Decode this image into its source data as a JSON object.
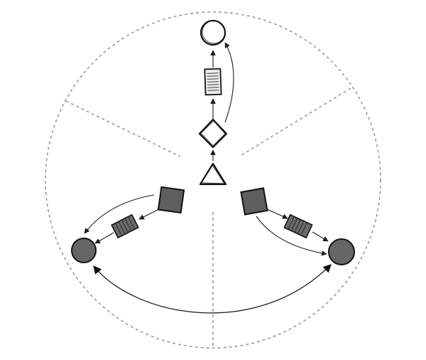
{
  "diagram": {
    "kind": "process-flow-cycle",
    "regions": 3,
    "colors": {
      "guide": "#9a9a9a",
      "ink": "#111111",
      "activity_fill": "#5f5f5f",
      "end_fill": "#666666",
      "document_fill": "#ececec",
      "store_fill": "#6a6a6a"
    },
    "nodes": [
      {
        "id": "start",
        "shape": "triangle",
        "icon": "start-triangle-icon"
      },
      {
        "id": "gateway",
        "shape": "diamond",
        "icon": "decision-diamond-icon"
      },
      {
        "id": "document",
        "shape": "document",
        "icon": "document-icon"
      },
      {
        "id": "top-end",
        "shape": "circle-outline",
        "icon": "end-circle-icon"
      },
      {
        "id": "left-activity",
        "shape": "square-filled",
        "icon": "activity-square-icon"
      },
      {
        "id": "left-store",
        "shape": "data-store",
        "icon": "data-store-icon"
      },
      {
        "id": "left-end",
        "shape": "circle-filled",
        "icon": "end-circle-filled-icon"
      },
      {
        "id": "right-activity",
        "shape": "square-filled",
        "icon": "activity-square-icon"
      },
      {
        "id": "right-store",
        "shape": "data-store",
        "icon": "data-store-icon"
      },
      {
        "id": "right-end",
        "shape": "circle-filled",
        "icon": "end-circle-filled-icon"
      }
    ],
    "edges": [
      {
        "from": "start",
        "to": "gateway"
      },
      {
        "from": "gateway",
        "to": "document"
      },
      {
        "from": "document",
        "to": "top-end"
      },
      {
        "from": "gateway",
        "to": "top-end",
        "style": "curved"
      },
      {
        "from": "left-activity",
        "to": "left-store"
      },
      {
        "from": "left-store",
        "to": "left-end"
      },
      {
        "from": "left-activity",
        "to": "left-end",
        "style": "curved"
      },
      {
        "from": "right-activity",
        "to": "right-store"
      },
      {
        "from": "right-store",
        "to": "right-end"
      },
      {
        "from": "right-activity",
        "to": "right-end",
        "style": "curved"
      },
      {
        "from": "left-end",
        "to": "right-end",
        "style": "curved",
        "bidirectional": true
      }
    ]
  }
}
